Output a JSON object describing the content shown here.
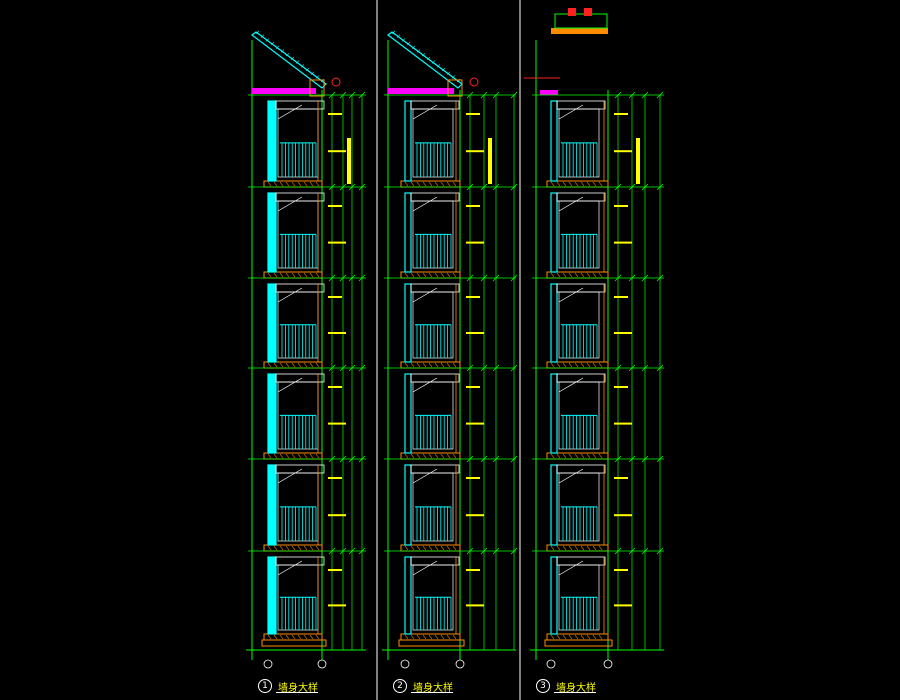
{
  "sheet": {
    "background": "#000000",
    "colors": {
      "frame": "#ffffff",
      "wall": "#00ffff",
      "line": "#00ff00",
      "slab": "#ff8c00",
      "roof": "#ff00ff",
      "insulation": "#ff69b4",
      "annotation": "#ffff00",
      "railing": "#00ffff",
      "tag": "#ff2020"
    }
  },
  "sections": [
    {
      "id": "1",
      "number": "1",
      "title": "墙身大样",
      "has_pitched_roof": true,
      "floors": 6
    },
    {
      "id": "2",
      "number": "2",
      "title": "墙身大样",
      "has_pitched_roof": true,
      "floors": 6
    },
    {
      "id": "3",
      "number": "3",
      "title": "墙身大样",
      "has_pitched_roof": false,
      "floors": 6
    }
  ]
}
